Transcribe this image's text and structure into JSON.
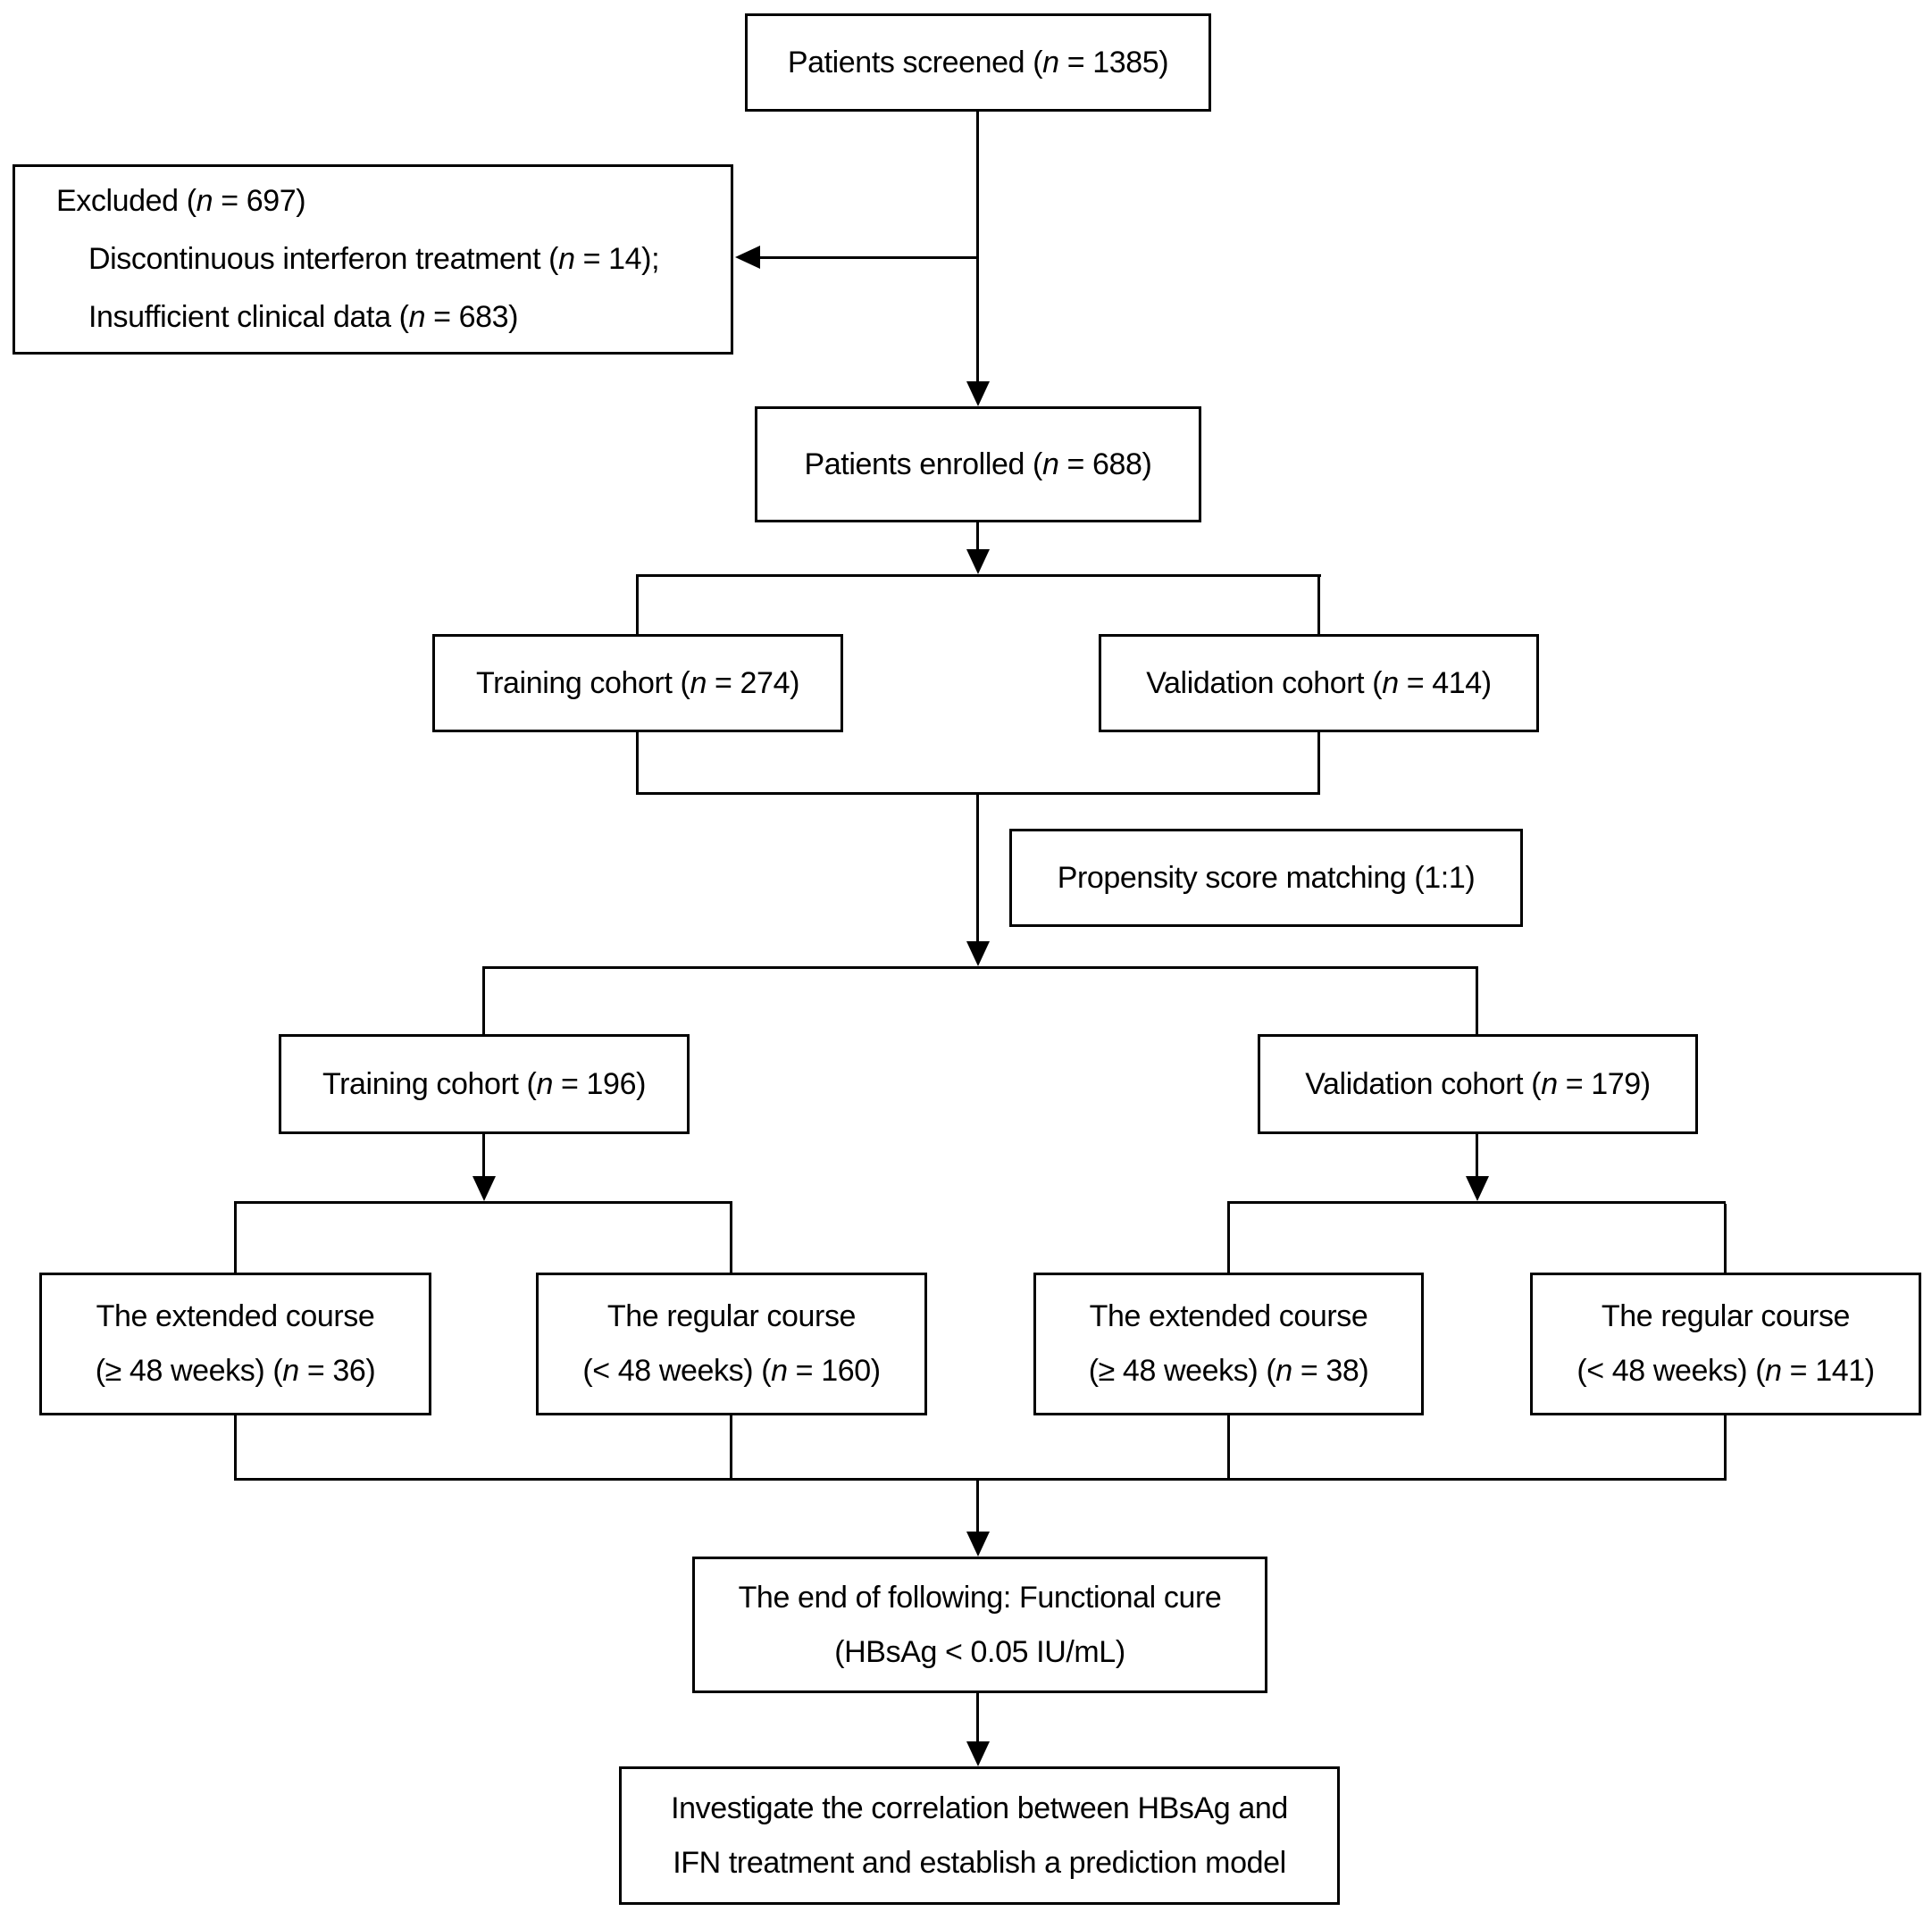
{
  "canvas": {
    "background": "#ffffff",
    "line_color": "#000000",
    "text_color": "#000000"
  },
  "nodes": {
    "screened": {
      "pre": "Patients screened (",
      "n": "n",
      "post": " = 1385)"
    },
    "excluded": {
      "line1": {
        "pre": "Excluded (",
        "n": "n",
        "post": " = 697)"
      },
      "line2": {
        "pre": "Discontinuous interferon treatment (",
        "n": "n",
        "post": " = 14);"
      },
      "line3": {
        "pre": "Insufficient clinical data (",
        "n": "n",
        "post": " = 683)"
      }
    },
    "enrolled": {
      "pre": "Patients enrolled (",
      "n": "n",
      "post": " = 688)"
    },
    "training_cohort_initial": {
      "pre": "Training cohort (",
      "n": "n",
      "post": " = 274)"
    },
    "validation_cohort_initial": {
      "pre": "Validation cohort (",
      "n": "n",
      "post": " = 414)"
    },
    "psm": {
      "label": "Propensity score matching (1:1)"
    },
    "training_cohort_matched": {
      "pre": "Training cohort (",
      "n": "n",
      "post": " = 196)"
    },
    "validation_cohort_matched": {
      "pre": "Validation cohort (",
      "n": "n",
      "post": " = 179)"
    },
    "training_extended": {
      "line1": "The extended course",
      "line2": {
        "pre": "(≥ 48 weeks) (",
        "n": "n",
        "post": " = 36)"
      }
    },
    "training_regular": {
      "line1": "The regular course",
      "line2": {
        "pre": "(< 48 weeks) (",
        "n": "n",
        "post": " = 160)"
      }
    },
    "validation_extended": {
      "line1": "The extended course",
      "line2": {
        "pre": "(≥ 48 weeks) (",
        "n": "n",
        "post": " = 38)"
      }
    },
    "validation_regular": {
      "line1": "The regular course",
      "line2": {
        "pre": "(< 48 weeks) (",
        "n": "n",
        "post": " = 141)"
      }
    },
    "end_of_follow": {
      "line1": "The end of following: Functional cure",
      "line2": "(HBsAg < 0.05 IU/mL)"
    },
    "conclusion": {
      "line1": "Investigate the correlation between HBsAg and",
      "line2": "IFN treatment and establish a prediction model"
    }
  }
}
